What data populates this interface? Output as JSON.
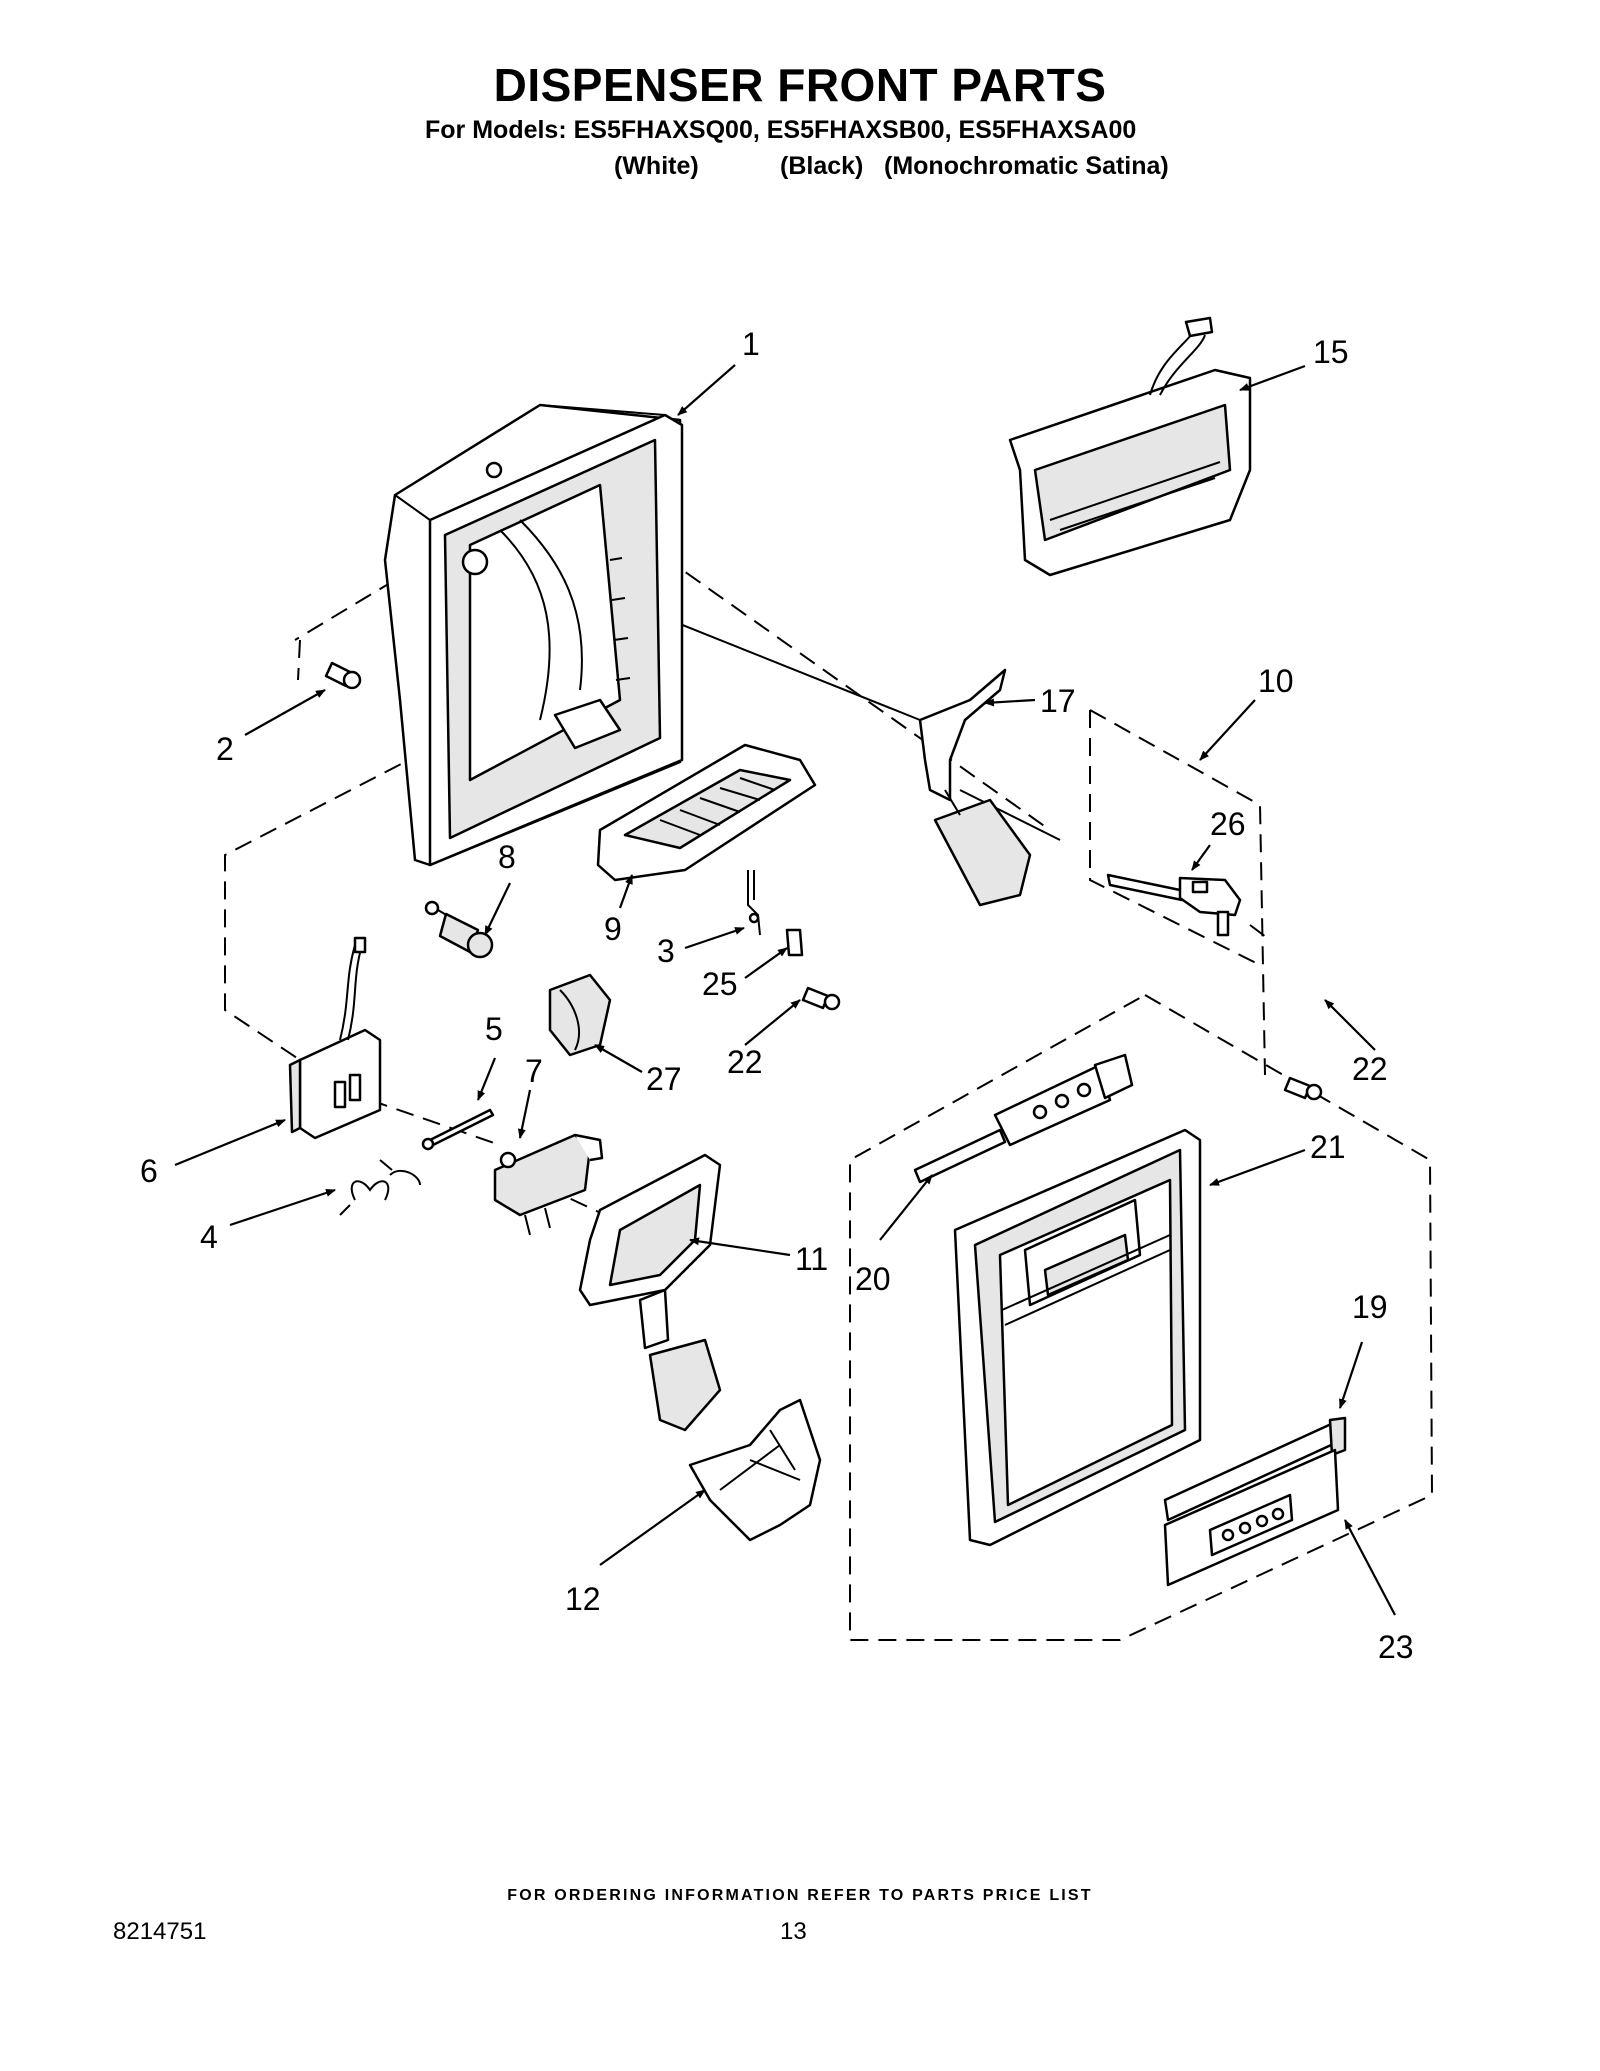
{
  "header": {
    "title": "DISPENSER FRONT PARTS",
    "models": "For Models: ES5FHAXSQ00, ES5FHAXSB00, ES5FHAXSA00",
    "variants": [
      "(White)",
      "(Black)",
      "(Monochromatic Satina)"
    ]
  },
  "callouts": [
    "1",
    "15",
    "2",
    "17",
    "10",
    "26",
    "8",
    "9",
    "3",
    "25",
    "22",
    "22",
    "5",
    "27",
    "7",
    "6",
    "21",
    "4",
    "11",
    "20",
    "19",
    "12",
    "23"
  ],
  "footer": {
    "note": "FOR ORDERING INFORMATION REFER TO PARTS PRICE LIST",
    "document_number": "8214751",
    "page_number": "13"
  }
}
